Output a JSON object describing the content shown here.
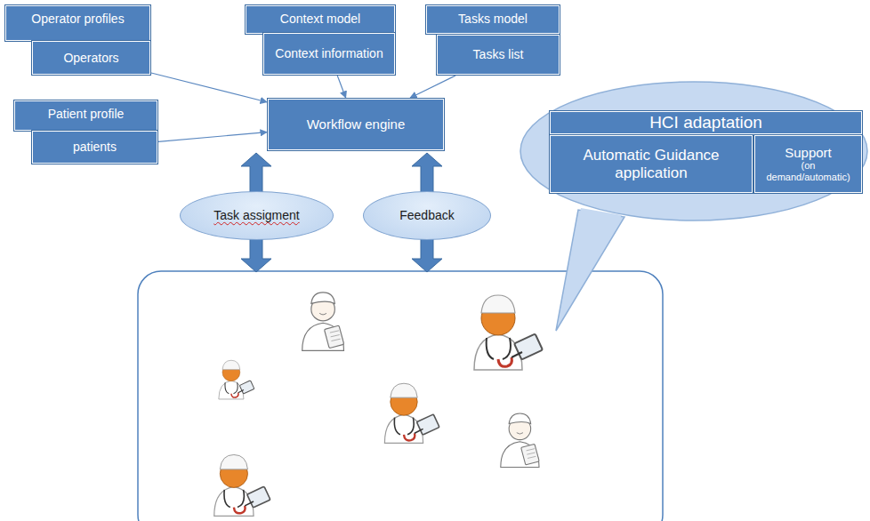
{
  "diagram": {
    "nodes": [
      {
        "text": [
          "Operator profiles"
        ]
      },
      {
        "text": [
          "Operators"
        ]
      },
      {
        "text": [
          "Patient profile"
        ]
      },
      {
        "text": [
          "patients"
        ]
      },
      {
        "text": [
          "Context model"
        ]
      },
      {
        "text": [
          "Context information"
        ]
      },
      {
        "text": [
          "Tasks model"
        ]
      },
      {
        "text": [
          "Tasks list"
        ]
      },
      {
        "text": [
          "Workflow engine"
        ]
      },
      {
        "text": [
          "Task assigment"
        ]
      },
      {
        "text": [
          "Feedback"
        ]
      },
      {
        "text": [
          "HCI adaptation"
        ]
      },
      {
        "text": [
          "Automatic Guidance application"
        ]
      },
      {
        "text": [
          "Support",
          "(on demand/automatic)"
        ]
      }
    ],
    "edges": [
      {
        "from": 1,
        "to": 8,
        "arrow": "to"
      },
      {
        "from": 3,
        "to": 8,
        "arrow": "to"
      },
      {
        "from": 5,
        "to": 8,
        "arrow": "to"
      },
      {
        "from": 7,
        "to": 8,
        "arrow": "to"
      }
    ]
  }
}
